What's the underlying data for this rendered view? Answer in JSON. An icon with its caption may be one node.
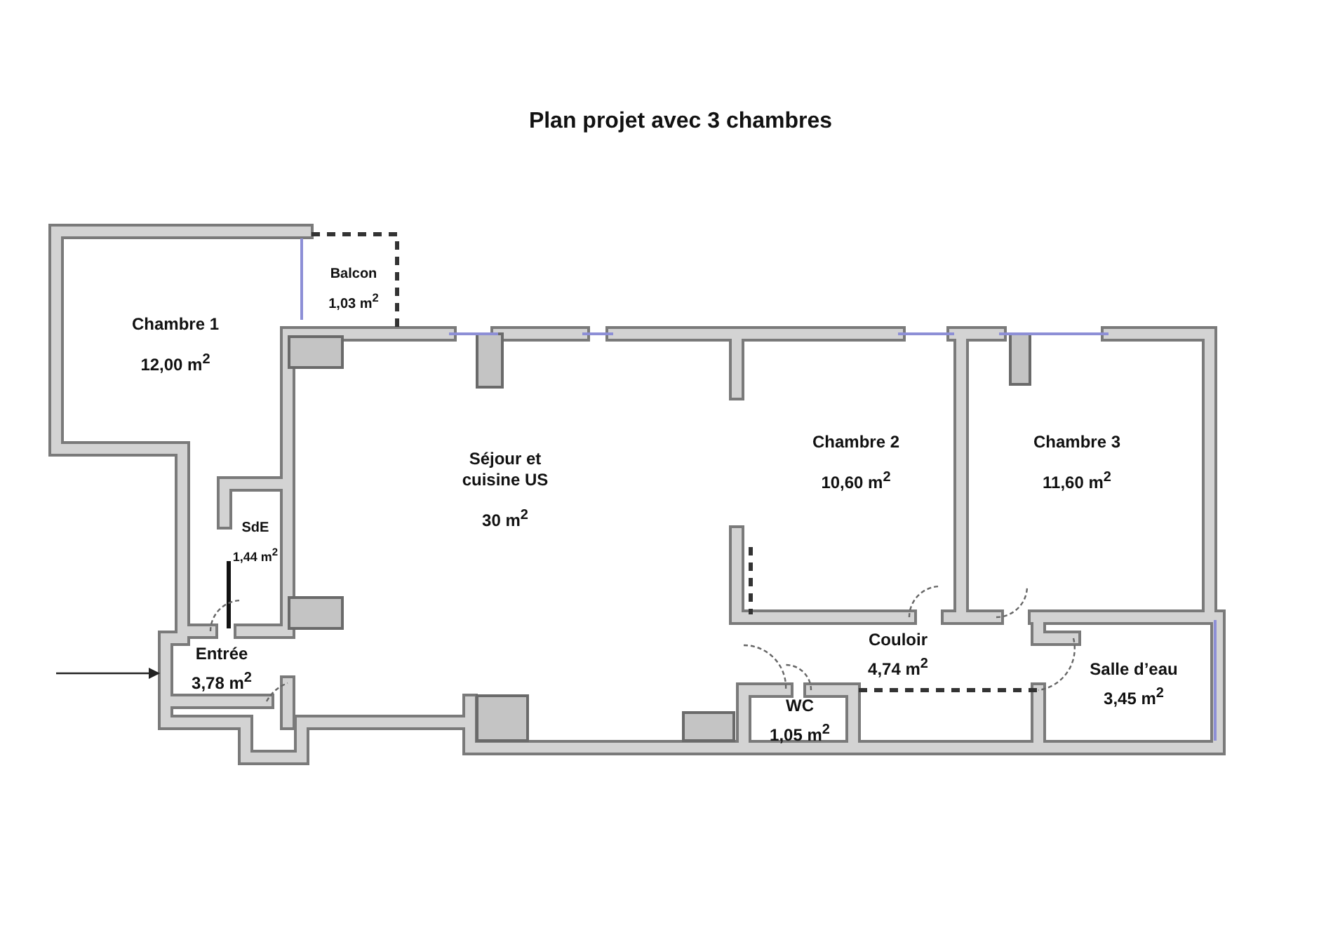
{
  "diagram": {
    "title": "Plan projet avec 3 chambres",
    "nodes": [
      {
        "text": [
          "Balcon",
          "1,03 m$^{2}$"
        ]
      },
      {
        "text": [
          "Chambre 1",
          "12,00 m$^{2}$"
        ]
      },
      {
        "text": [
          "Séjour et cuisine US",
          "30 m$^{2}$"
        ]
      },
      {
        "text": [
          "Chambre 2",
          "10,60 m$^{2}$"
        ]
      },
      {
        "text": [
          "Chambre 3",
          "11,60 m$^{2}$"
        ]
      },
      {
        "text": [
          "SdE",
          "1,44 m$^{2}$"
        ]
      },
      {
        "text": [
          "Couloir",
          "4,74 m$^{2}$"
        ]
      },
      {
        "text": [
          "Entrée",
          "3,78 m$^{2}$"
        ]
      },
      {
        "text": [
          "Salle d’eau",
          "3,45 m$^{2}$"
        ]
      },
      {
        "text": [
          "WC",
          "1,05 m$^{2}$"
        ]
      }
    ],
    "edges": [
      {
        "from": null,
        "to": 7,
        "arrow": "to"
      }
    ]
  }
}
